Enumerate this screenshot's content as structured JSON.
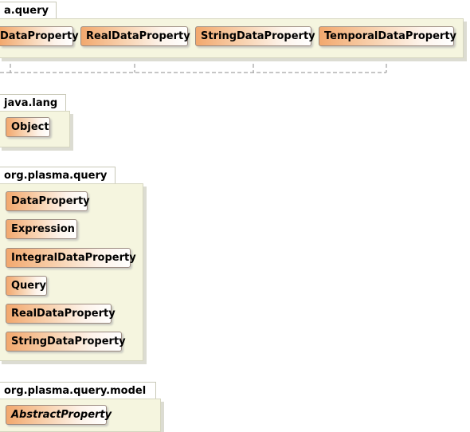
{
  "packages": [
    {
      "name": "a.query",
      "classes": [
        "DataProperty",
        "RealDataProperty",
        "StringDataProperty",
        "TemporalDataProperty"
      ]
    },
    {
      "name": "java.lang",
      "classes": [
        "Object"
      ]
    },
    {
      "name": "org.plasma.query",
      "classes": [
        "DataProperty",
        "Expression",
        "IntegralDataProperty",
        "Query",
        "RealDataProperty",
        "StringDataProperty"
      ]
    },
    {
      "name": "org.plasma.query.model",
      "classes": [
        "AbstractProperty"
      ]
    }
  ],
  "colors": {
    "package_fill": "#f5f5df",
    "class_gradient_start": "#f2a86e",
    "connector": "#8c8c8c"
  }
}
